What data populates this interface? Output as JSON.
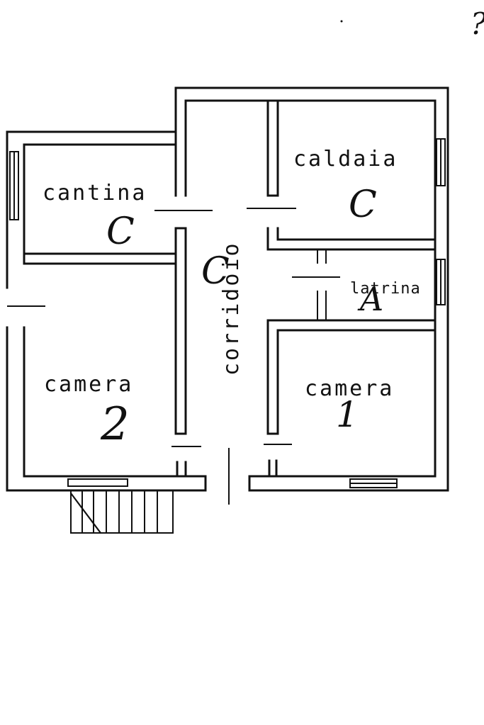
{
  "rooms": {
    "cantina": {
      "label": "cantina",
      "mark": "C"
    },
    "caldaia": {
      "label": "caldaia",
      "mark": "C"
    },
    "corridoio": {
      "label": "corridoio",
      "mark": "C"
    },
    "latrina": {
      "label": "latrina",
      "mark": "A"
    },
    "camera_left": {
      "label": "camera",
      "mark": "2"
    },
    "camera_right": {
      "label": "camera",
      "mark": "1"
    }
  },
  "corner_mark": "?"
}
